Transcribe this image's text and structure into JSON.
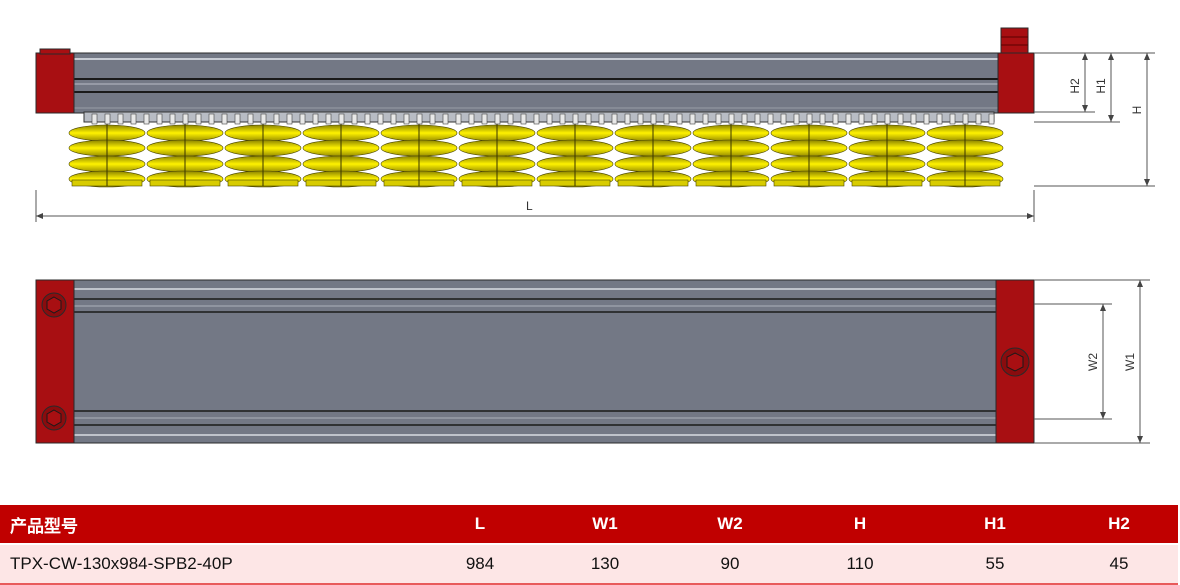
{
  "dimensions": {
    "side_view": {
      "L": "L",
      "H": "H",
      "H1": "H1",
      "H2": "H2"
    },
    "top_view": {
      "W1": "W1",
      "W2": "W2"
    }
  },
  "colors": {
    "end_cap": "#a80f12",
    "body": "#727784",
    "suction_cups": "#f4e600",
    "table_header": "#c00000",
    "table_row": "#fde6e6"
  },
  "spec_table": {
    "headers": [
      "产品型号",
      "L",
      "W1",
      "W2",
      "H",
      "H1",
      "H2"
    ],
    "rows": [
      [
        "TPX-CW-130x984-SPB2-40P",
        "984",
        "130",
        "90",
        "110",
        "55",
        "45"
      ]
    ]
  }
}
